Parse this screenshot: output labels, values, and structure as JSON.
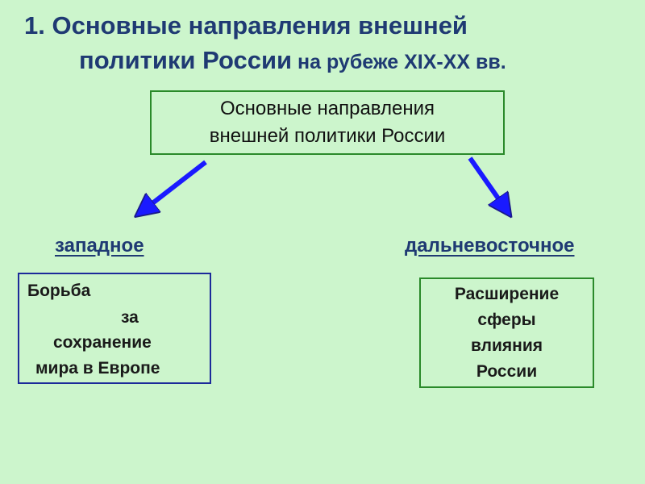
{
  "title": {
    "line1": "1. Основные направления внешней",
    "line2_main": "политики России",
    "line2_rest": " на рубеже XIX-XX вв."
  },
  "root": {
    "line1": "Основные направления",
    "line2": "внешней политики России"
  },
  "branches": [
    {
      "label": "западное",
      "text_lines": [
        "Борьба",
        "за",
        "сохранение",
        "мира в Европе"
      ]
    },
    {
      "label": "дальневосточное",
      "text_lines": [
        "Расширение",
        "сферы",
        "влияния",
        "России"
      ]
    }
  ],
  "colors": {
    "background": "#ccf5cc",
    "title": "#1f3a73",
    "arrow": "#1a1aff",
    "box_green_border": "#2a8a2a",
    "box_blue_border": "#1c2a9a"
  }
}
